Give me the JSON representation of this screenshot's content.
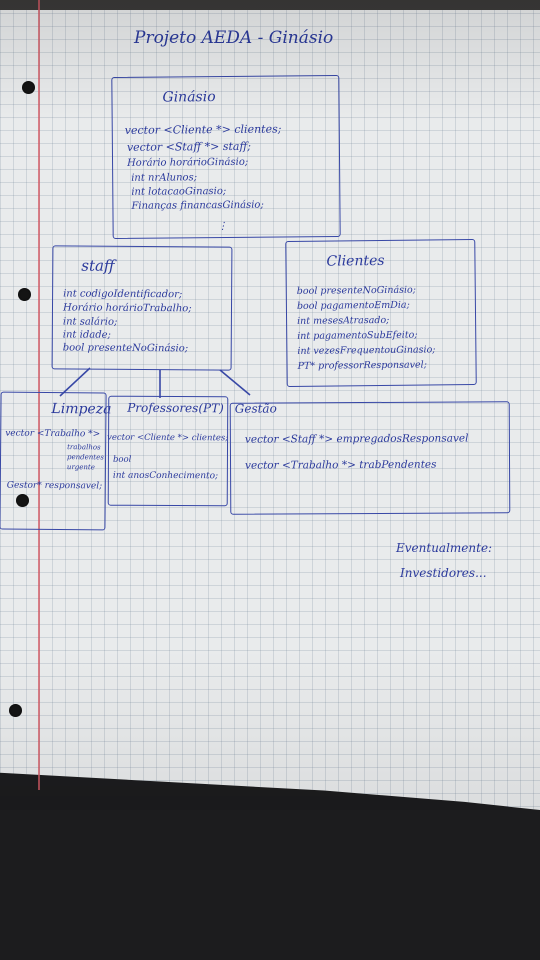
{
  "title": "Projeto AEDA - Ginásio",
  "ginasio": {
    "name": "Ginásio",
    "attributes": [
      "vector <Cliente *> clientes;",
      "vector <Staff *> staff;",
      "Horário horárioGinásio;",
      "int nrAlunos;",
      "int lotacaoGinasio;",
      "Finanças financasGinásio;"
    ]
  },
  "staff": {
    "name": "staff",
    "attributes": [
      "int codigoIdentificador;",
      "Horário horárioTrabalho;",
      "int salário;",
      "int idade;",
      "bool presenteNoGinásio;"
    ]
  },
  "clientes": {
    "name": "Clientes",
    "attributes": [
      "bool presenteNoGinásio;",
      "bool pagamentoEmDia;",
      "int mesesAtrasado;",
      "int pagamentoSubEfeito;",
      "int vezesFrequentouGinasio;",
      "PT* professorResponsavel;"
    ]
  },
  "limpeza": {
    "name": "Limpeza",
    "attributes": [
      "vector <Trabalho *>",
      "Gestor* responsavel;"
    ],
    "extra": [
      "trabalhos",
      "pendentes",
      "urgente"
    ]
  },
  "professoresPT": {
    "name": "Professores(PT)",
    "attributes": [
      "vector <Cliente *> clientes;",
      "bool",
      "int anosConhecimento;"
    ]
  },
  "gestao": {
    "name": "Gestão",
    "attributes": [
      "vector <Staff *> empregadosResponsavel",
      "vector <Trabalho *> trabPendentes"
    ]
  },
  "notes": [
    "Eventualmente:",
    "Investidores..."
  ]
}
